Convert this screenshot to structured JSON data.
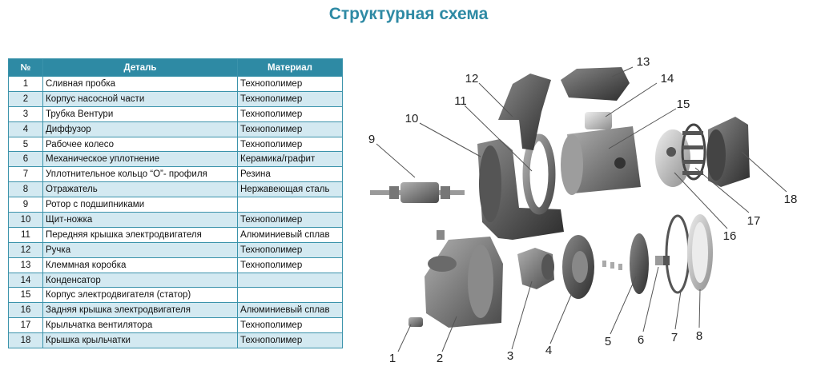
{
  "title": "Структурная схема",
  "table": {
    "headers": {
      "num": "№",
      "detail": "Деталь",
      "material": "Материал"
    },
    "rows": [
      {
        "num": "1",
        "detail": "Сливная пробка",
        "material": "Технополимер"
      },
      {
        "num": "2",
        "detail": "Корпус насосной части",
        "material": "Технополимер"
      },
      {
        "num": "3",
        "detail": "Трубка Вентури",
        "material": "Технополимер"
      },
      {
        "num": "4",
        "detail": "Диффузор",
        "material": "Технополимер"
      },
      {
        "num": "5",
        "detail": "Рабочее колесо",
        "material": "Технополимер"
      },
      {
        "num": "6",
        "detail": "Механическое уплотнение",
        "material": "Керамика/графит"
      },
      {
        "num": "7",
        "detail": "Уплотнительное кольцо “O”- профиля",
        "material": "Резина"
      },
      {
        "num": "8",
        "detail": "Отражатель",
        "material": "Нержавеющая сталь"
      },
      {
        "num": "9",
        "detail": "Ротор с подшипниками",
        "material": ""
      },
      {
        "num": "10",
        "detail": "Щит-ножка",
        "material": "Технополимер"
      },
      {
        "num": "11",
        "detail": "Передняя крышка электродвигателя",
        "material": "Алюминиевый сплав"
      },
      {
        "num": "12",
        "detail": "Ручка",
        "material": "Технополимер"
      },
      {
        "num": "13",
        "detail": "Клеммная коробка",
        "material": "Технополимер"
      },
      {
        "num": "14",
        "detail": "Конденсатор",
        "material": ""
      },
      {
        "num": "15",
        "detail": "Корпус электродвигателя (статор)",
        "material": ""
      },
      {
        "num": "16",
        "detail": "Задняя крышка электродвигателя",
        "material": "Алюминиевый сплав"
      },
      {
        "num": "17",
        "detail": "Крыльчатка вентилятора",
        "material": "Технополимер"
      },
      {
        "num": "18",
        "detail": "Крышка крыльчатки",
        "material": "Технополимер"
      }
    ]
  },
  "diagram": {
    "callouts": [
      "1",
      "2",
      "3",
      "4",
      "5",
      "6",
      "7",
      "8",
      "9",
      "10",
      "11",
      "12",
      "13",
      "14",
      "15",
      "16",
      "17",
      "18"
    ]
  }
}
